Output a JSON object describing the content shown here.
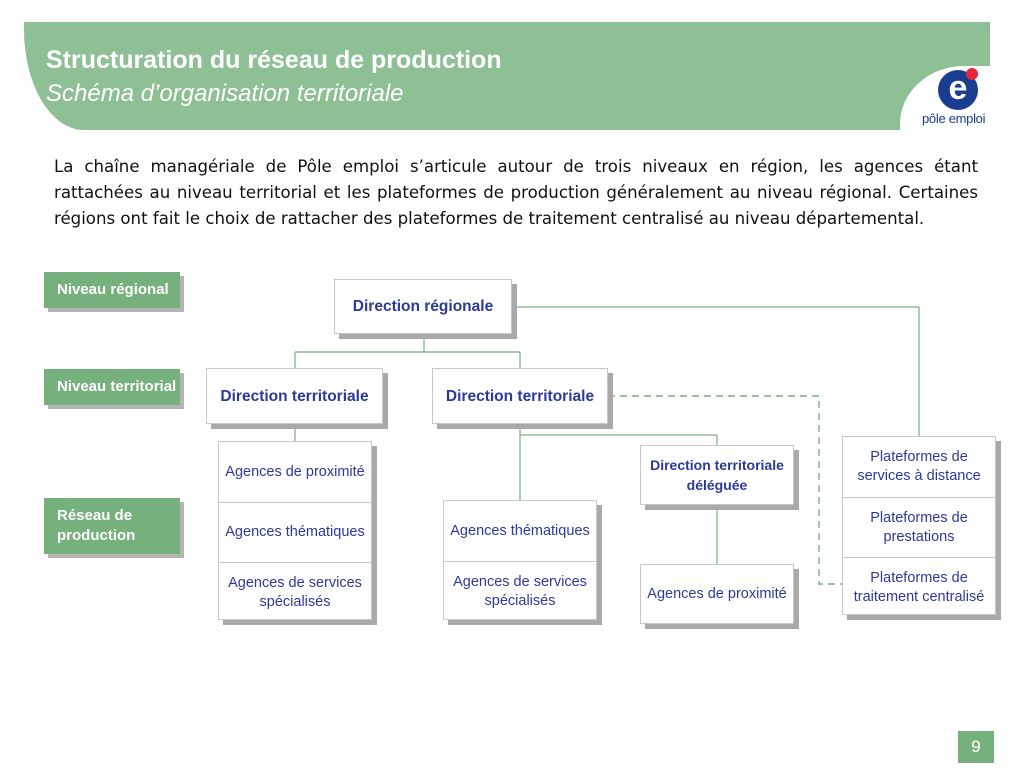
{
  "header": {
    "title": "Structuration du réseau de production",
    "subtitle": "Schéma d’organisation territoriale"
  },
  "logo": {
    "letter": "e",
    "text_part1": "pôle",
    "text_part2": "emploi",
    "colors": {
      "circle": "#1a3d8f",
      "dot": "#e2273a"
    }
  },
  "intro": "La chaîne managériale de Pôle emploi s’articule autour de trois niveaux en région, les agences étant rattachées au niveau territorial et les plateformes de production généralement au niveau régional. Certaines régions ont fait le choix de rattacher des plateformes de traitement centralisé au niveau départemental.",
  "levels": {
    "regional": "Niveau régional",
    "territorial": "Niveau territorial",
    "production": "Réseau de production"
  },
  "org": {
    "direction_regionale": "Direction régionale",
    "dt_left": "Direction territoriale",
    "dt_right": "Direction territoriale",
    "dt_deleguee": "Direction territoriale déléguée",
    "left_stack": [
      "Agences de proximité",
      "Agences thématiques",
      "Agences de services spécialisés"
    ],
    "mid_stack": [
      "Agences thématiques",
      "Agences de services spécialisés"
    ],
    "dtd_agence": "Agences de proximité",
    "plateformes": [
      "Plateformes de services à distance",
      "Plateformes de prestations",
      "Plateformes de traitement centralisé"
    ]
  },
  "page_number": "9",
  "colors": {
    "accent_green": "#8fbf95",
    "level_green": "#76b07d",
    "box_text": "#2b3a9a",
    "connector": "#76b07d"
  }
}
